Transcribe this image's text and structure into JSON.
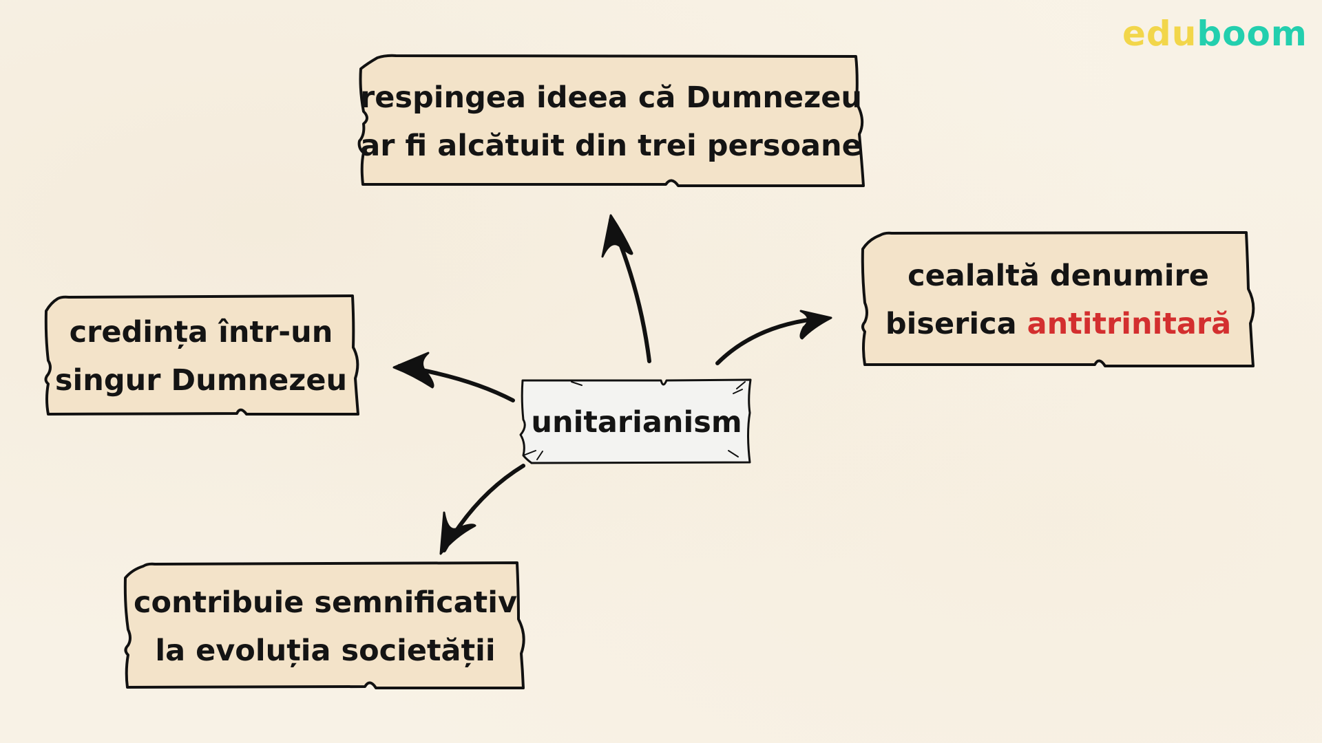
{
  "logo": {
    "part1": "edu",
    "part2": "boom",
    "color1": "#f2d64a",
    "color2": "#23cfae"
  },
  "center": {
    "label": "unitarianism",
    "fill": "#f3f3f1"
  },
  "box_fill": "#f3e3c9",
  "nodes": [
    {
      "id": "top",
      "lines": [
        "respingea ideea că Dumnezeu",
        "ar fi alcătuit din trei persoane"
      ]
    },
    {
      "id": "right",
      "line1": "cealaltă denumire",
      "line2_prefix": "biserica ",
      "line2_accent": "antitrinitară",
      "accent_color": "#d32f2f"
    },
    {
      "id": "left",
      "lines": [
        "credința într-un",
        "singur Dumnezeu"
      ]
    },
    {
      "id": "bottom",
      "lines": [
        "contribuie semnificativ",
        "la evoluția societății"
      ]
    }
  ],
  "arrows": [
    {
      "from": "center",
      "to": "top"
    },
    {
      "from": "center",
      "to": "right"
    },
    {
      "from": "center",
      "to": "left"
    },
    {
      "from": "center",
      "to": "bottom"
    }
  ]
}
